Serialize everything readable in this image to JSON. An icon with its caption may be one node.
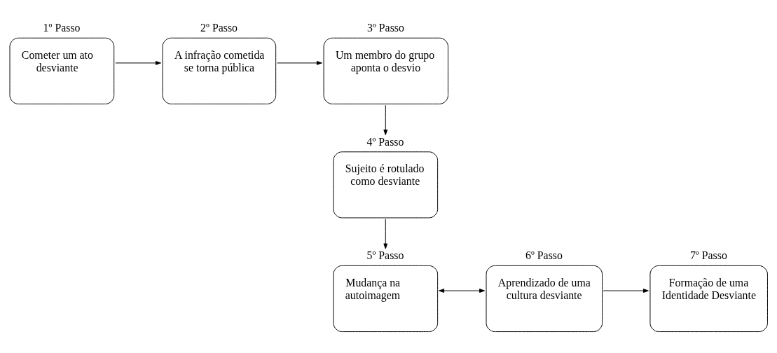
{
  "diagram": {
    "nodes": [
      {
        "text": [
          "1º Passo",
          "Cometer um ato desviante"
        ]
      },
      {
        "text": [
          "2º Passo",
          "A infração cometida se torna pública"
        ]
      },
      {
        "text": [
          "3º Passo",
          "Um membro do grupo aponta o desvio"
        ]
      },
      {
        "text": [
          "4º Passo",
          "Sujeito é rotulado como desviante"
        ]
      },
      {
        "text": [
          "5º Passo",
          "Mudança na autoimagem"
        ]
      },
      {
        "text": [
          "6º Passo",
          "Aprendizado de uma cultura desviante"
        ]
      },
      {
        "text": [
          "7º Passo",
          "Formação de uma Identidade Desviante"
        ]
      }
    ],
    "edges": [
      {
        "from": 0,
        "to": 1,
        "arrow": "to"
      },
      {
        "from": 1,
        "to": 2,
        "arrow": "to"
      },
      {
        "from": 2,
        "to": 3,
        "arrow": "to"
      },
      {
        "from": 3,
        "to": 4,
        "arrow": "to"
      },
      {
        "from": 4,
        "to": 5,
        "arrow": "both"
      },
      {
        "from": 5,
        "to": 6,
        "arrow": "to"
      }
    ]
  }
}
